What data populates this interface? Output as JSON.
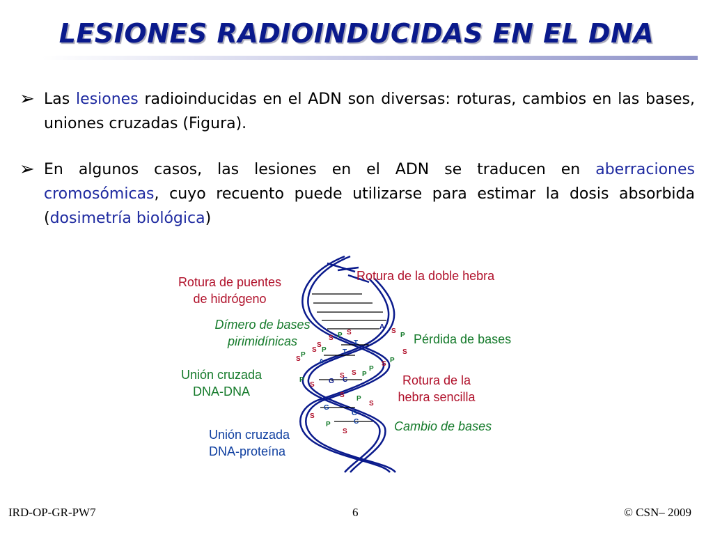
{
  "slide": {
    "title": "LESIONES RADIOINDUCIDAS EN EL DNA",
    "bullet_1": {
      "pre": "Las ",
      "hl": "lesiones",
      "post": " radioinducidas en el ADN son diversas: roturas, cambios en las bases, uniones cruzadas (Figura)."
    },
    "bullet_2": {
      "pre": "En algunos casos, las lesiones en el ADN se traducen en ",
      "hl1": "aberraciones cromosómicas",
      "mid": ", cuyo recuento puede utilizarse para estimar la dosis absorbida (",
      "hl2": "dosimetría biológica",
      "post": ")"
    }
  },
  "figure": {
    "labels": {
      "rotura_puentes_1": "Rotura de puentes",
      "rotura_puentes_2": "de hidrógeno",
      "rotura_doble": "Rotura de la doble hebra",
      "dimero_1": "Dímero de bases",
      "dimero_2": "pirimidínicas",
      "perdida": "Pérdida de bases",
      "union_dna_1": "Unión cruzada",
      "union_dna_2": "DNA-DNA",
      "rotura_sencilla_1": "Rotura de la",
      "rotura_sencilla_2": "hebra sencilla",
      "cambio": "Cambio de bases",
      "union_prot_1": "Unión cruzada",
      "union_prot_2": "DNA-proteína"
    },
    "colors": {
      "red": "#b0102a",
      "blue": "#0f3fa0",
      "green": "#147a2a",
      "dark_blue": "#0a1a8c"
    },
    "strand_letters": [
      {
        "t": "A",
        "c": "dark"
      },
      {
        "t": "S",
        "c": "red"
      },
      {
        "t": "P",
        "c": "green"
      },
      {
        "t": "S",
        "c": "red"
      },
      {
        "t": "S",
        "c": "red"
      },
      {
        "t": "P",
        "c": "green"
      },
      {
        "t": "S",
        "c": "red"
      },
      {
        "t": "T",
        "c": "blue"
      },
      {
        "t": "S",
        "c": "red"
      },
      {
        "t": "P",
        "c": "green"
      },
      {
        "t": "T",
        "c": "blue"
      },
      {
        "t": "S",
        "c": "red"
      },
      {
        "t": "P",
        "c": "green"
      },
      {
        "t": "S",
        "c": "red"
      },
      {
        "t": "A",
        "c": "blue"
      },
      {
        "t": "P",
        "c": "green"
      },
      {
        "t": "S",
        "c": "red"
      },
      {
        "t": "P",
        "c": "green"
      },
      {
        "t": "S",
        "c": "red"
      },
      {
        "t": "P",
        "c": "green"
      },
      {
        "t": "S",
        "c": "red"
      },
      {
        "t": "C",
        "c": "dark"
      },
      {
        "t": "G",
        "c": "dark"
      },
      {
        "t": "S",
        "c": "red"
      },
      {
        "t": "P",
        "c": "green"
      },
      {
        "t": "S",
        "c": "red"
      },
      {
        "t": "P",
        "c": "green"
      },
      {
        "t": "S",
        "c": "red"
      },
      {
        "t": "G",
        "c": "blue"
      },
      {
        "t": "G",
        "c": "blue"
      },
      {
        "t": "S",
        "c": "red"
      },
      {
        "t": "C",
        "c": "blue"
      },
      {
        "t": "P",
        "c": "green"
      },
      {
        "t": "S",
        "c": "red"
      }
    ]
  },
  "footer": {
    "left": "IRD-OP-GR-PW7",
    "page": "6",
    "right": "© CSN– 2009"
  }
}
